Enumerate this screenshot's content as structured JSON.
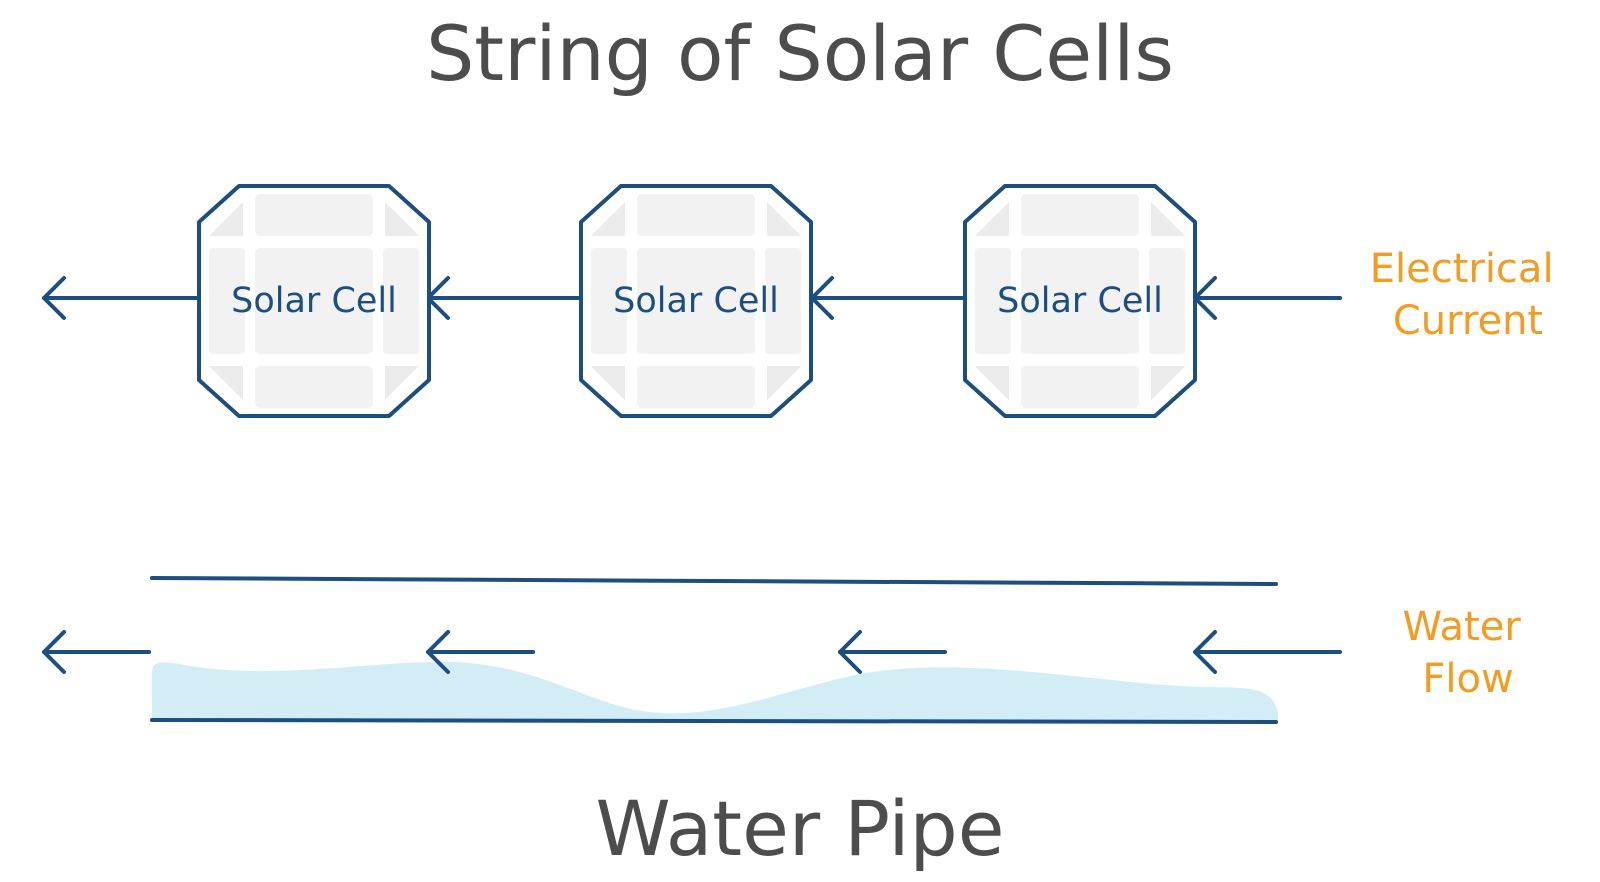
{
  "diagram": {
    "title": "String of Solar Cells",
    "cells": [
      {
        "label": "Solar Cell"
      },
      {
        "label": "Solar Cell"
      },
      {
        "label": "Solar Cell"
      }
    ],
    "current_label_line1": "Electrical",
    "current_label_line2": "Current",
    "flow_label_line1": "Water",
    "flow_label_line2": "Flow",
    "pipe_title": "Water Pipe"
  },
  "colors": {
    "wire": "#1c4f80",
    "accent": "#f39c21",
    "title": "#4d4d4d",
    "water": "#d3edf6",
    "cell_fill": "#f2f2f2"
  }
}
